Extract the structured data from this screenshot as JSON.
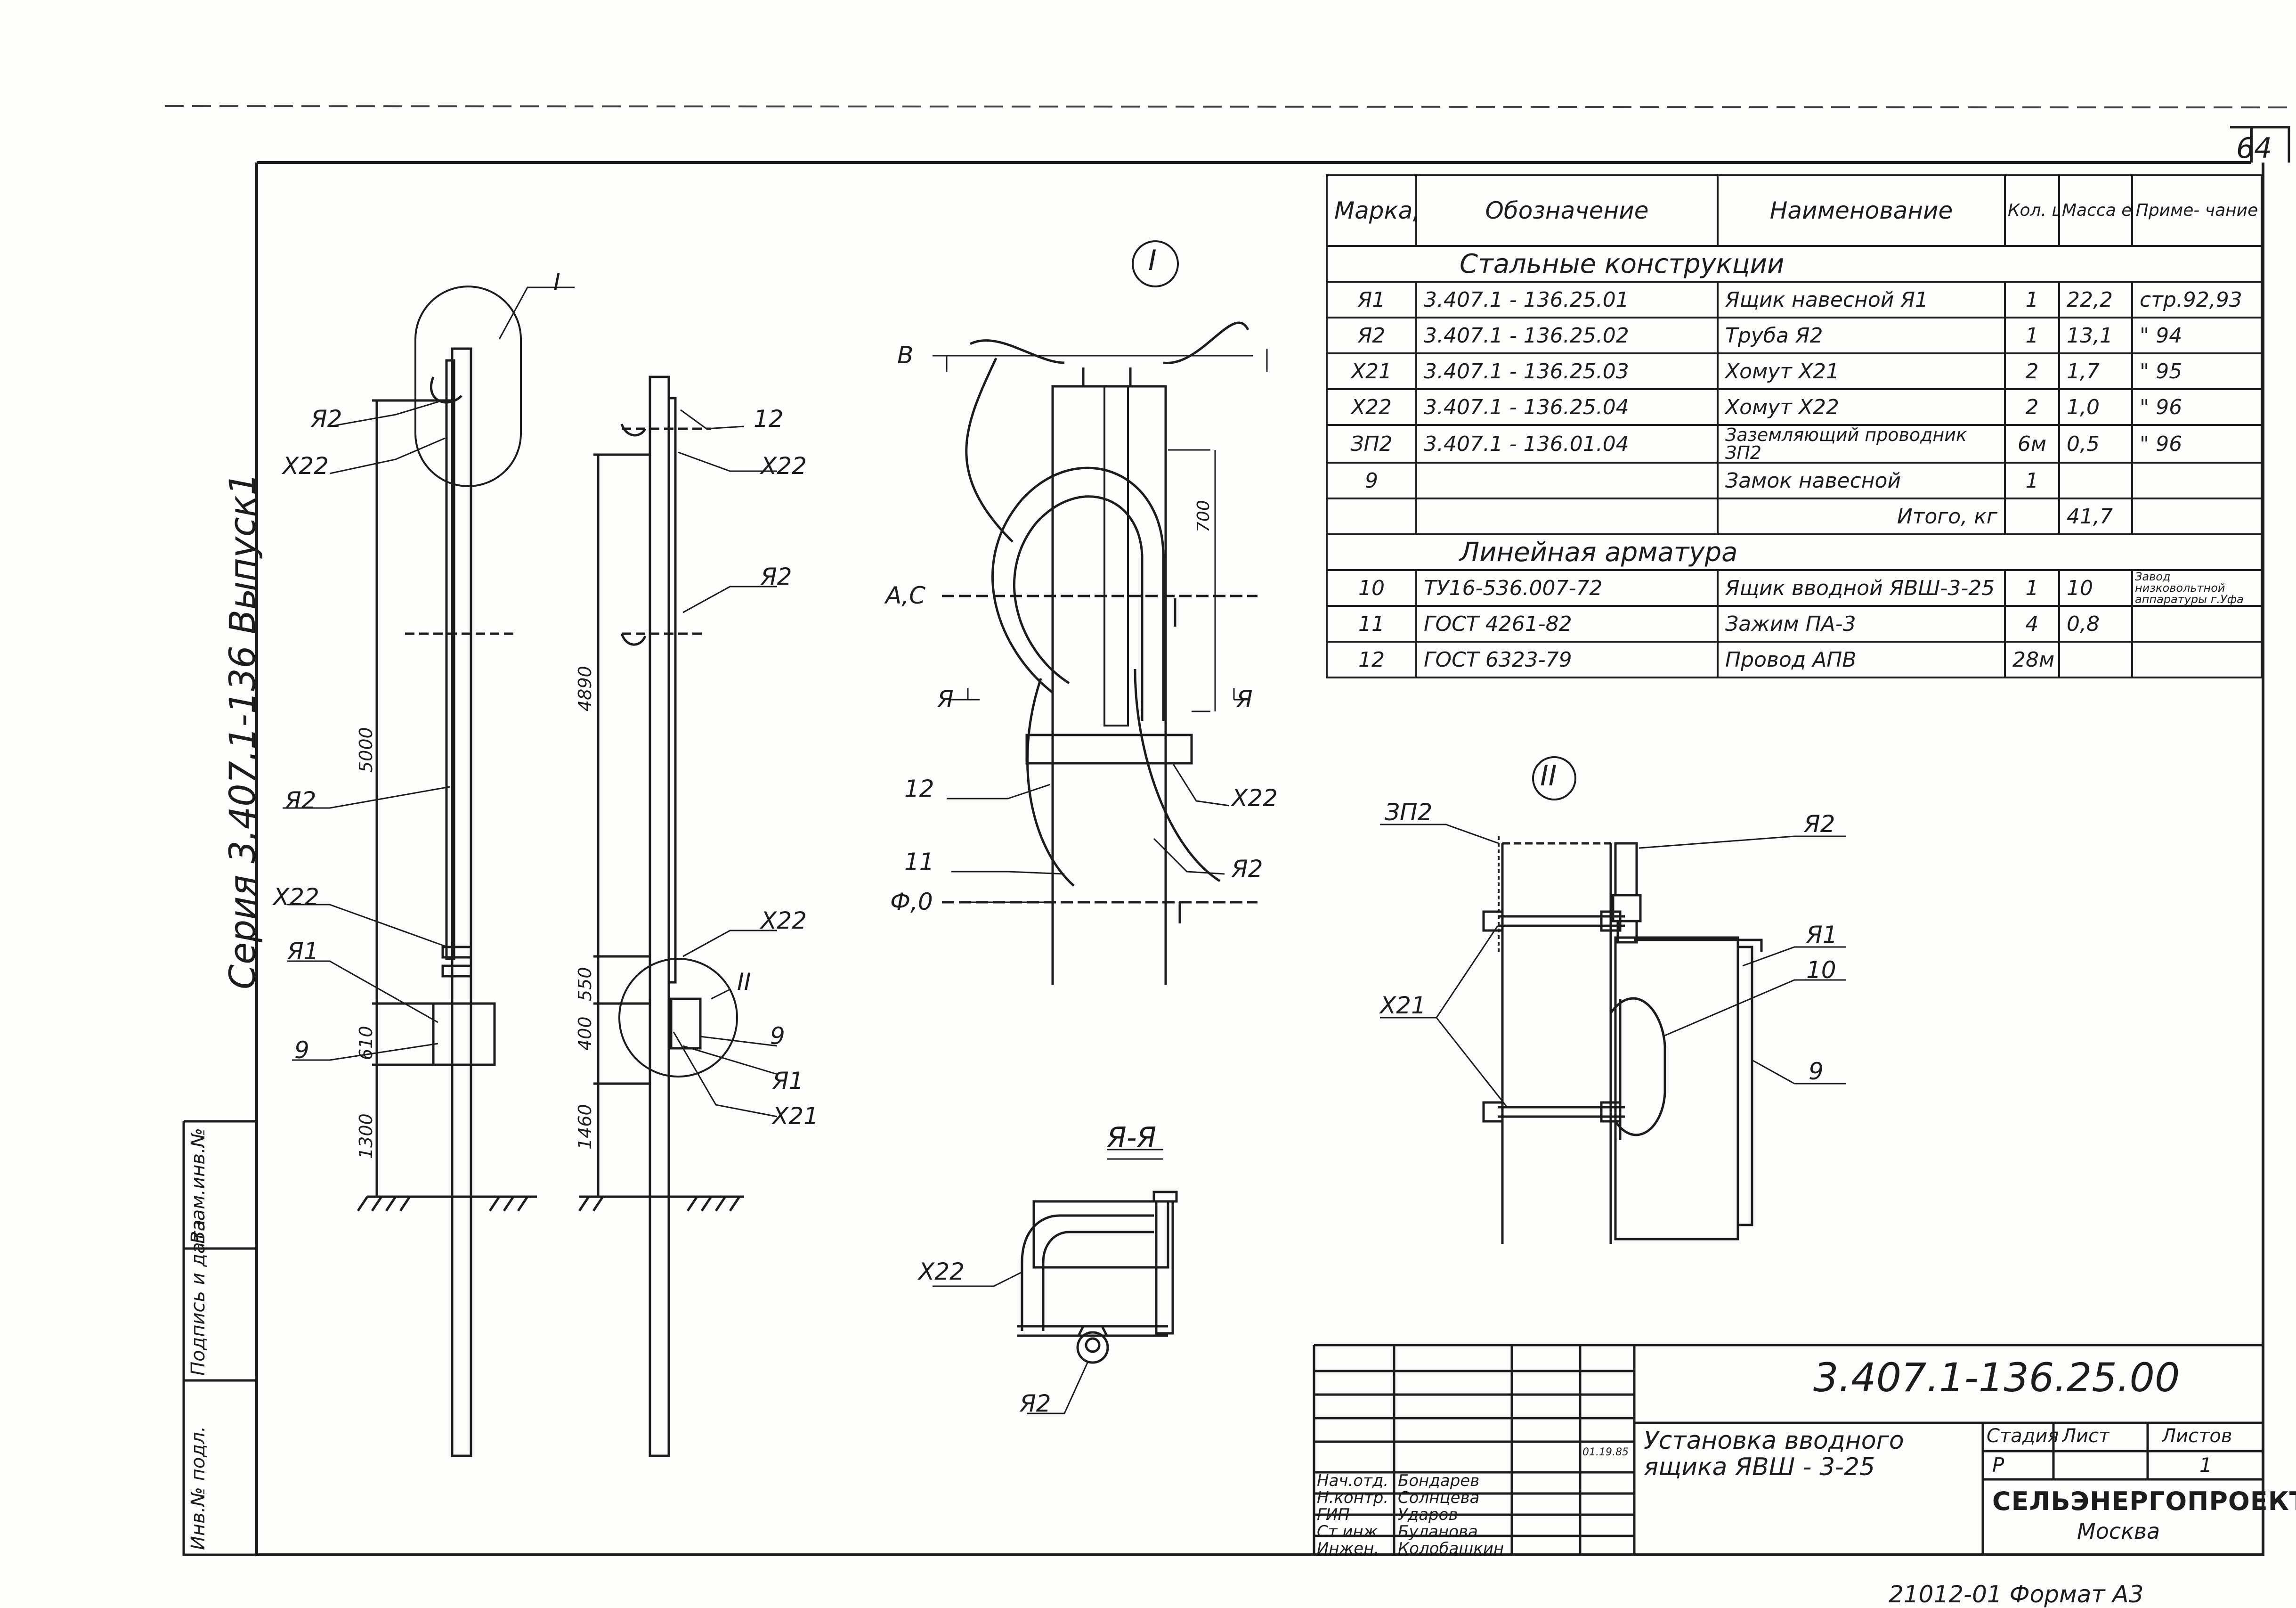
{
  "page_number": "64",
  "series_label": "Серия 3.407.1-136 Выпуск1",
  "side_stamp": [
    "Инв.№ подл.",
    "Подпись и дата",
    "Взам.инв.№"
  ],
  "bottom_note": "21012-01   Формат А3",
  "table": {
    "headers": [
      "Марка, поз.",
      "Обозначение",
      "Наименование",
      "Кол. шт.",
      "Масса ед. кг",
      "Приме- чание"
    ],
    "section_steel": "Стальные конструкции",
    "steel_rows": [
      [
        "Я1",
        "3.407.1 - 136.25.01",
        "Ящик навесной Я1",
        "1",
        "22,2",
        "стр.92,93"
      ],
      [
        "Я2",
        "3.407.1 - 136.25.02",
        "Труба Я2",
        "1",
        "13,1",
        "\" 94"
      ],
      [
        "Х21",
        "3.407.1 - 136.25.03",
        "Хомут Х21",
        "2",
        "1,7",
        "\" 95"
      ],
      [
        "Х22",
        "3.407.1 - 136.25.04",
        "Хомут Х22",
        "2",
        "1,0",
        "\" 96"
      ],
      [
        "ЗП2",
        "3.407.1 - 136.01.04",
        "Заземляющий проводник ЗП2",
        "6м",
        "0,5",
        "\" 96"
      ],
      [
        "9",
        "",
        "Замок навесной",
        "1",
        "",
        ""
      ]
    ],
    "total_label": "Итого, кг",
    "total_value": "41,7",
    "section_linear": "Линейная арматура",
    "linear_rows": [
      [
        "10",
        "ТУ16-536.007-72",
        "Ящик вводной ЯВШ-3-25",
        "1",
        "10",
        "Завод низковольтной аппаратуры г.Уфа"
      ],
      [
        "11",
        "ГОСТ 4261-82",
        "Зажим ПА-3",
        "4",
        "0,8",
        ""
      ],
      [
        "12",
        "ГОСТ 6323-79",
        "Провод АПВ",
        "28м",
        "",
        ""
      ]
    ]
  },
  "views": {
    "callout_1": "I",
    "callout_2": "II",
    "section_label": "Я-Я",
    "dims_left": [
      "5000",
      "610",
      "1300"
    ],
    "dims_mid": [
      "4890",
      "550",
      "400",
      "1460"
    ],
    "dim_700": "700",
    "labels_left": [
      "I",
      "Я2",
      "Х22",
      "Я2",
      "Х22",
      "Я1",
      "9"
    ],
    "labels_mid": [
      "12",
      "Х22",
      "Я2",
      "Х22",
      "II",
      "9",
      "Я1",
      "Х21"
    ],
    "labels_detail1": [
      "В",
      "А,С",
      "Я",
      "Я",
      "12",
      "Х22",
      "11",
      "Я2",
      "Ф,0"
    ],
    "labels_detail2": [
      "ЗП2",
      "Я2",
      "Я1",
      "10",
      "Х21",
      "9"
    ],
    "labels_section": [
      "Х22",
      "Я2"
    ]
  },
  "title_block": {
    "doc_code": "3.407.1-136.25.00",
    "title": "Установка вводного ящика ЯВШ - 3-25",
    "stage_label": "Стадия",
    "sheet_label": "Лист",
    "sheets_label": "Листов",
    "stage": "Р",
    "sheets": "1",
    "org": "СЕЛЬЭНЕРГОПРОЕКТ",
    "city": "Москва",
    "date": "01.19.85",
    "roles": [
      {
        "role": "Нач.отд.",
        "name": "Бондарев"
      },
      {
        "role": "Н.контр.",
        "name": "Солнцева"
      },
      {
        "role": "ГИП",
        "name": "Ударов"
      },
      {
        "role": "Ст.инж.",
        "name": "Буланова"
      },
      {
        "role": "Инжен.",
        "name": "Колобашкин"
      }
    ]
  }
}
